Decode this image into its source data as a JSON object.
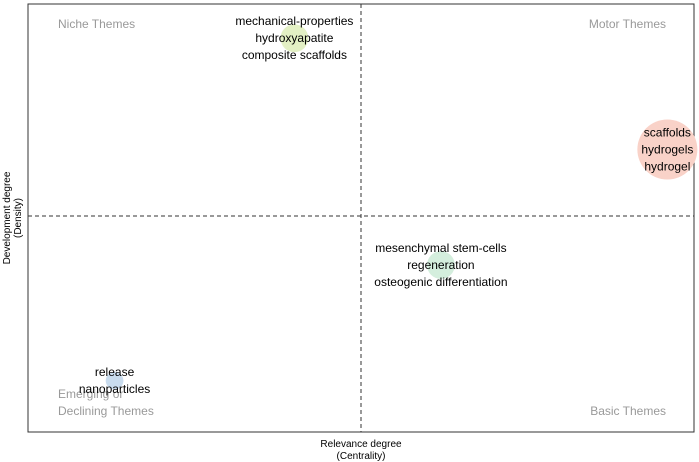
{
  "chart_data": {
    "type": "scatter",
    "title": "",
    "xlabel": "Relevance degree",
    "xlabel_sub": "(Centrality)",
    "ylabel": "Development degree",
    "ylabel_sub": "(Density)",
    "grid": false,
    "quadrant_labels": {
      "top_left": "Niche Themes",
      "top_right": "Motor Themes",
      "bottom_left_line1": "Emerging or",
      "bottom_left_line2": "Declining Themes",
      "bottom_right": "Basic Themes"
    },
    "clusters": [
      {
        "labels": [
          "mechanical-properties",
          "hydroxyapatite",
          "composite scaffolds"
        ],
        "x": 0.4,
        "y": 0.92,
        "size": 0.3,
        "color": "#e3f0c4"
      },
      {
        "labels": [
          "scaffolds",
          "hydrogels",
          "hydrogel"
        ],
        "x": 0.96,
        "y": 0.66,
        "size": 1.0,
        "color": "#f9d2c8"
      },
      {
        "labels": [
          "mesenchymal stem-cells",
          "regeneration",
          "osteogenic differentiation"
        ],
        "x": 0.62,
        "y": 0.39,
        "size": 0.3,
        "color": "#d4eedd"
      },
      {
        "labels": [
          "release",
          "nanoparticles"
        ],
        "x": 0.13,
        "y": 0.12,
        "size": 0.08,
        "color": "#c9dcee"
      }
    ]
  }
}
